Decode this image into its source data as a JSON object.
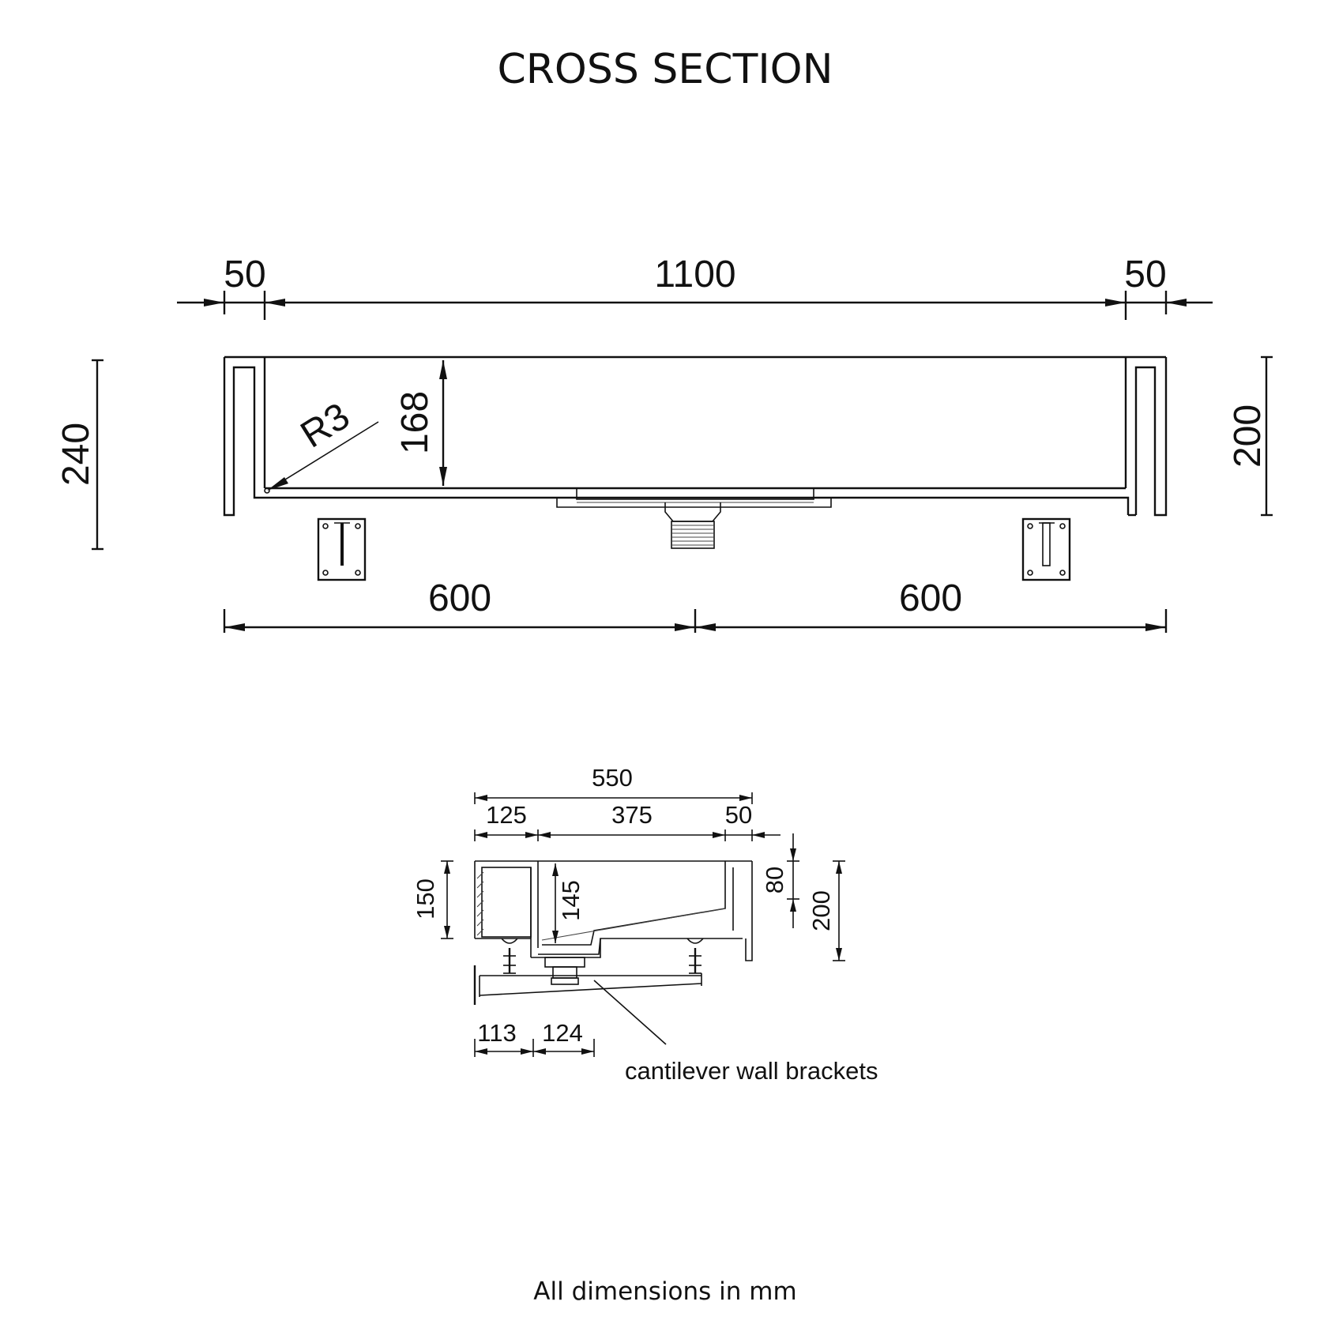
{
  "title": "CROSS SECTION",
  "front_view": {
    "dim_top_left": "50",
    "dim_top_width": "1100",
    "dim_top_right": "50",
    "dim_height_left": "240",
    "dim_height_right": "200",
    "dim_inner_depth": "168",
    "dim_radius": "R3",
    "dim_bottom_left": "600",
    "dim_bottom_right": "600"
  },
  "side_view": {
    "dim_overall": "550",
    "dim_seg_a": "125",
    "dim_seg_b": "375",
    "dim_seg_c": "50",
    "dim_height_left": "150",
    "dim_inner_depth": "145",
    "dim_top_drop": "80",
    "dim_height_right": "200",
    "dim_bracket_a": "113",
    "dim_bracket_b": "124",
    "bracket_label": "cantilever wall brackets"
  },
  "footer": "All dimensions in mm"
}
